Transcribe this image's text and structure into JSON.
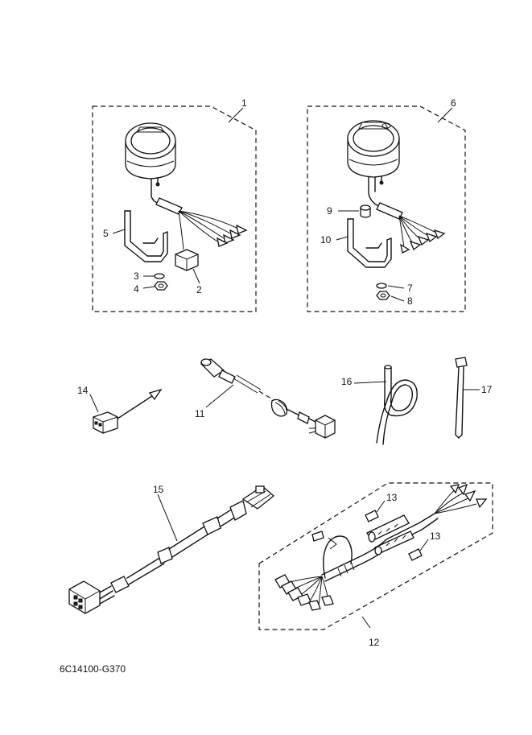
{
  "callouts": {
    "c1": "1",
    "c2": "2",
    "c3": "3",
    "c4": "4",
    "c5": "5",
    "c6": "6",
    "c7": "7",
    "c8": "8",
    "c9": "9",
    "c10": "10",
    "c11": "11",
    "c12": "12",
    "c13a": "13",
    "c13b": "13",
    "c14": "14",
    "c15": "15",
    "c16": "16",
    "c17": "17"
  },
  "diagram_code": "6C14100-G370"
}
